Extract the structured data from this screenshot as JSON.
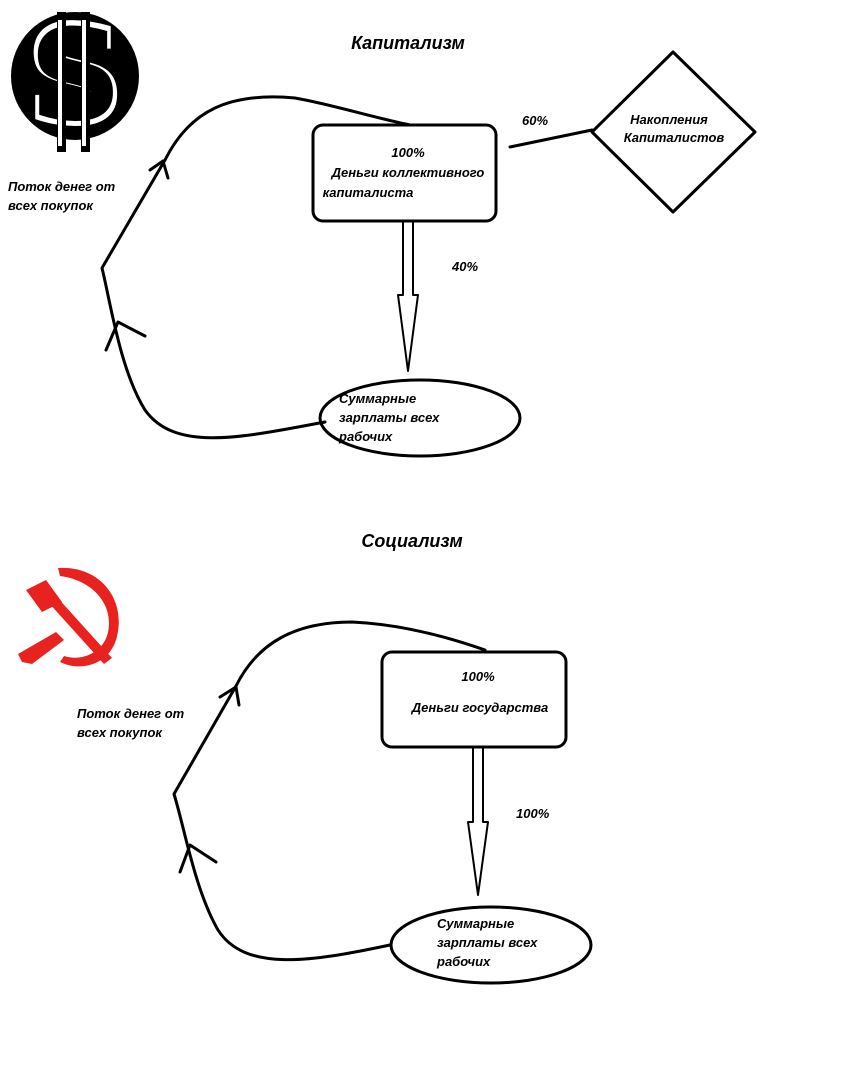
{
  "capitalism": {
    "title": "Капитализм",
    "icon": "dollar-sign-icon",
    "flow_label_line1": "Поток денег от",
    "flow_label_line2": "всех покупок",
    "capitalist_box": {
      "percent": "100%",
      "line1": "Деньги коллективного",
      "line2": "капиталиста"
    },
    "accumulation": {
      "line1": "Накопления",
      "line2": "Капиталистов"
    },
    "to_accumulation_percent": "60%",
    "to_wages_percent": "40%",
    "wages": {
      "line1": "Суммарные",
      "line2": "зарплаты всех",
      "line3": "рабочих"
    }
  },
  "socialism": {
    "title": "Социализм",
    "icon": "hammer-and-sickle-icon",
    "icon_color": "#e8231f",
    "flow_label_line1": "Поток денег от",
    "flow_label_line2": "всех покупок",
    "state_box": {
      "percent": "100%",
      "line1": "Деньги государства"
    },
    "to_wages_percent": "100%",
    "wages": {
      "line1": "Суммарные",
      "line2": "зарплаты всех",
      "line3": "рабочих"
    }
  }
}
